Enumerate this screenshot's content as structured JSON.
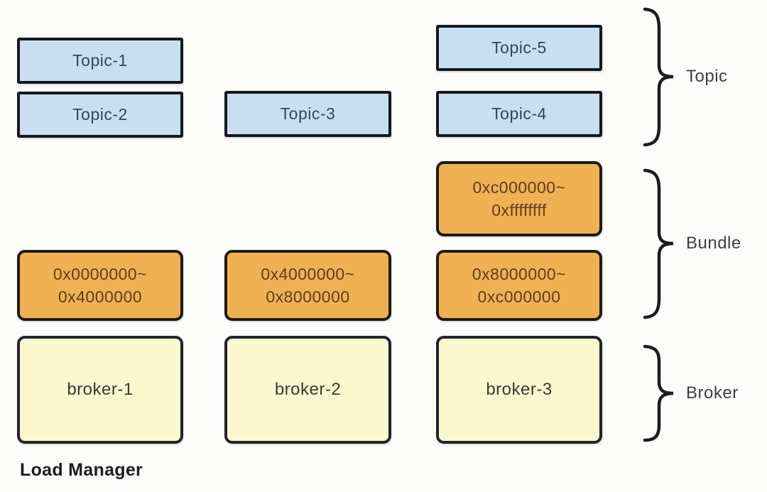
{
  "title": "Load Manager",
  "topics": [
    {
      "label": "Topic-1"
    },
    {
      "label": "Topic-2"
    },
    {
      "label": "Topic-3"
    },
    {
      "label": "Topic-4"
    },
    {
      "label": "Topic-5"
    }
  ],
  "bundles": [
    {
      "line1": "0x0000000~",
      "line2": "0x4000000"
    },
    {
      "line1": "0x4000000~",
      "line2": "0x8000000"
    },
    {
      "line1": "0x8000000~",
      "line2": "0xc000000"
    },
    {
      "line1": "0xc000000~",
      "line2": "0xffffffff"
    }
  ],
  "brokers": [
    {
      "label": "broker-1"
    },
    {
      "label": "broker-2"
    },
    {
      "label": "broker-3"
    }
  ],
  "groups": [
    {
      "label": "Topic"
    },
    {
      "label": "Bundle"
    },
    {
      "label": "Broker"
    }
  ],
  "colors": {
    "topic_fill": "#c9def1",
    "bundle_fill": "#f0b155",
    "broker_fill": "#fbf7cf",
    "outline": "#1a1c20",
    "background": "#fdfdfc"
  }
}
